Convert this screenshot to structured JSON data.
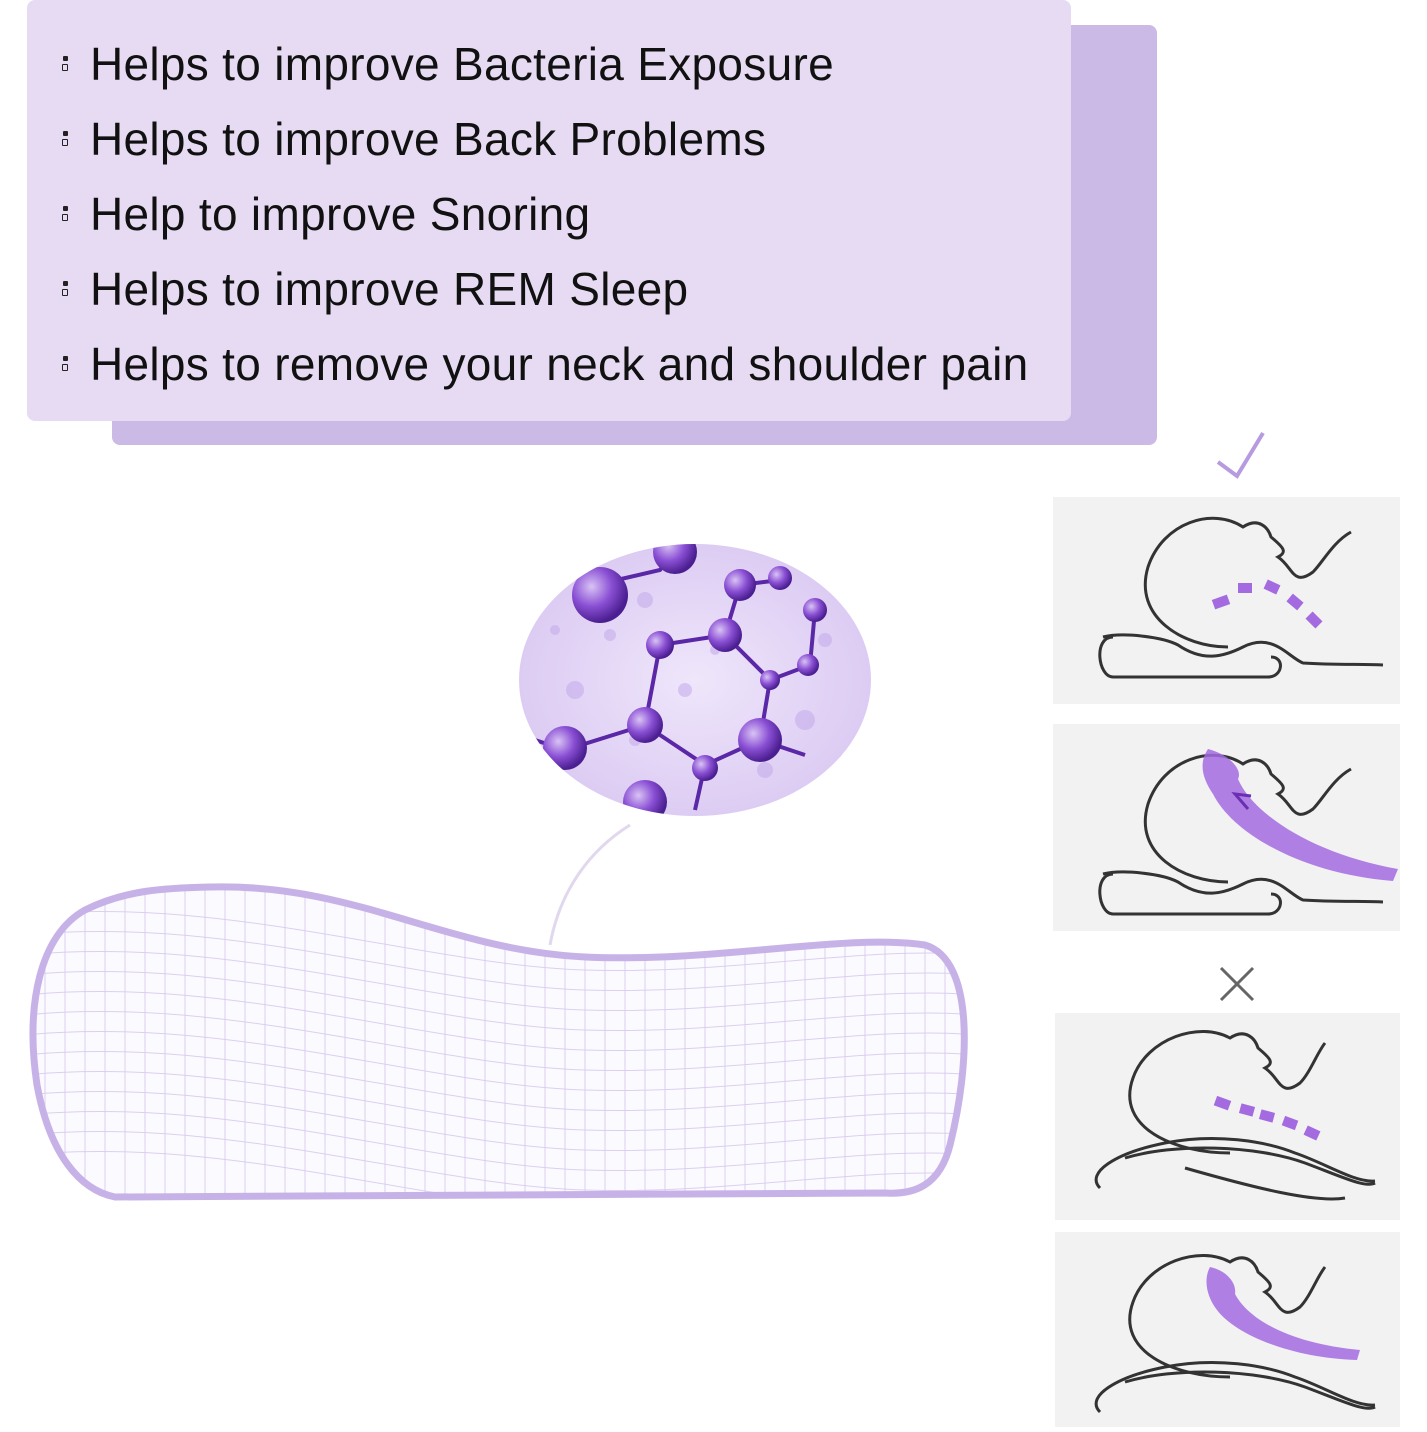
{
  "benefits": [
    "Helps to improve Bacteria Exposure",
    "Helps to improve Back Problems",
    "Help to improve Snoring",
    "Helps to improve REM Sleep",
    "Helps to remove your neck and shoulder pain"
  ],
  "colors": {
    "panel": "#e6dbf3",
    "panel_shadow": "#cbb9e6",
    "accent_purple": "#a46be0",
    "pillow_outline": "#c7b2e8"
  },
  "icons": {
    "correct": "check-icon",
    "incorrect": "cross-icon"
  }
}
